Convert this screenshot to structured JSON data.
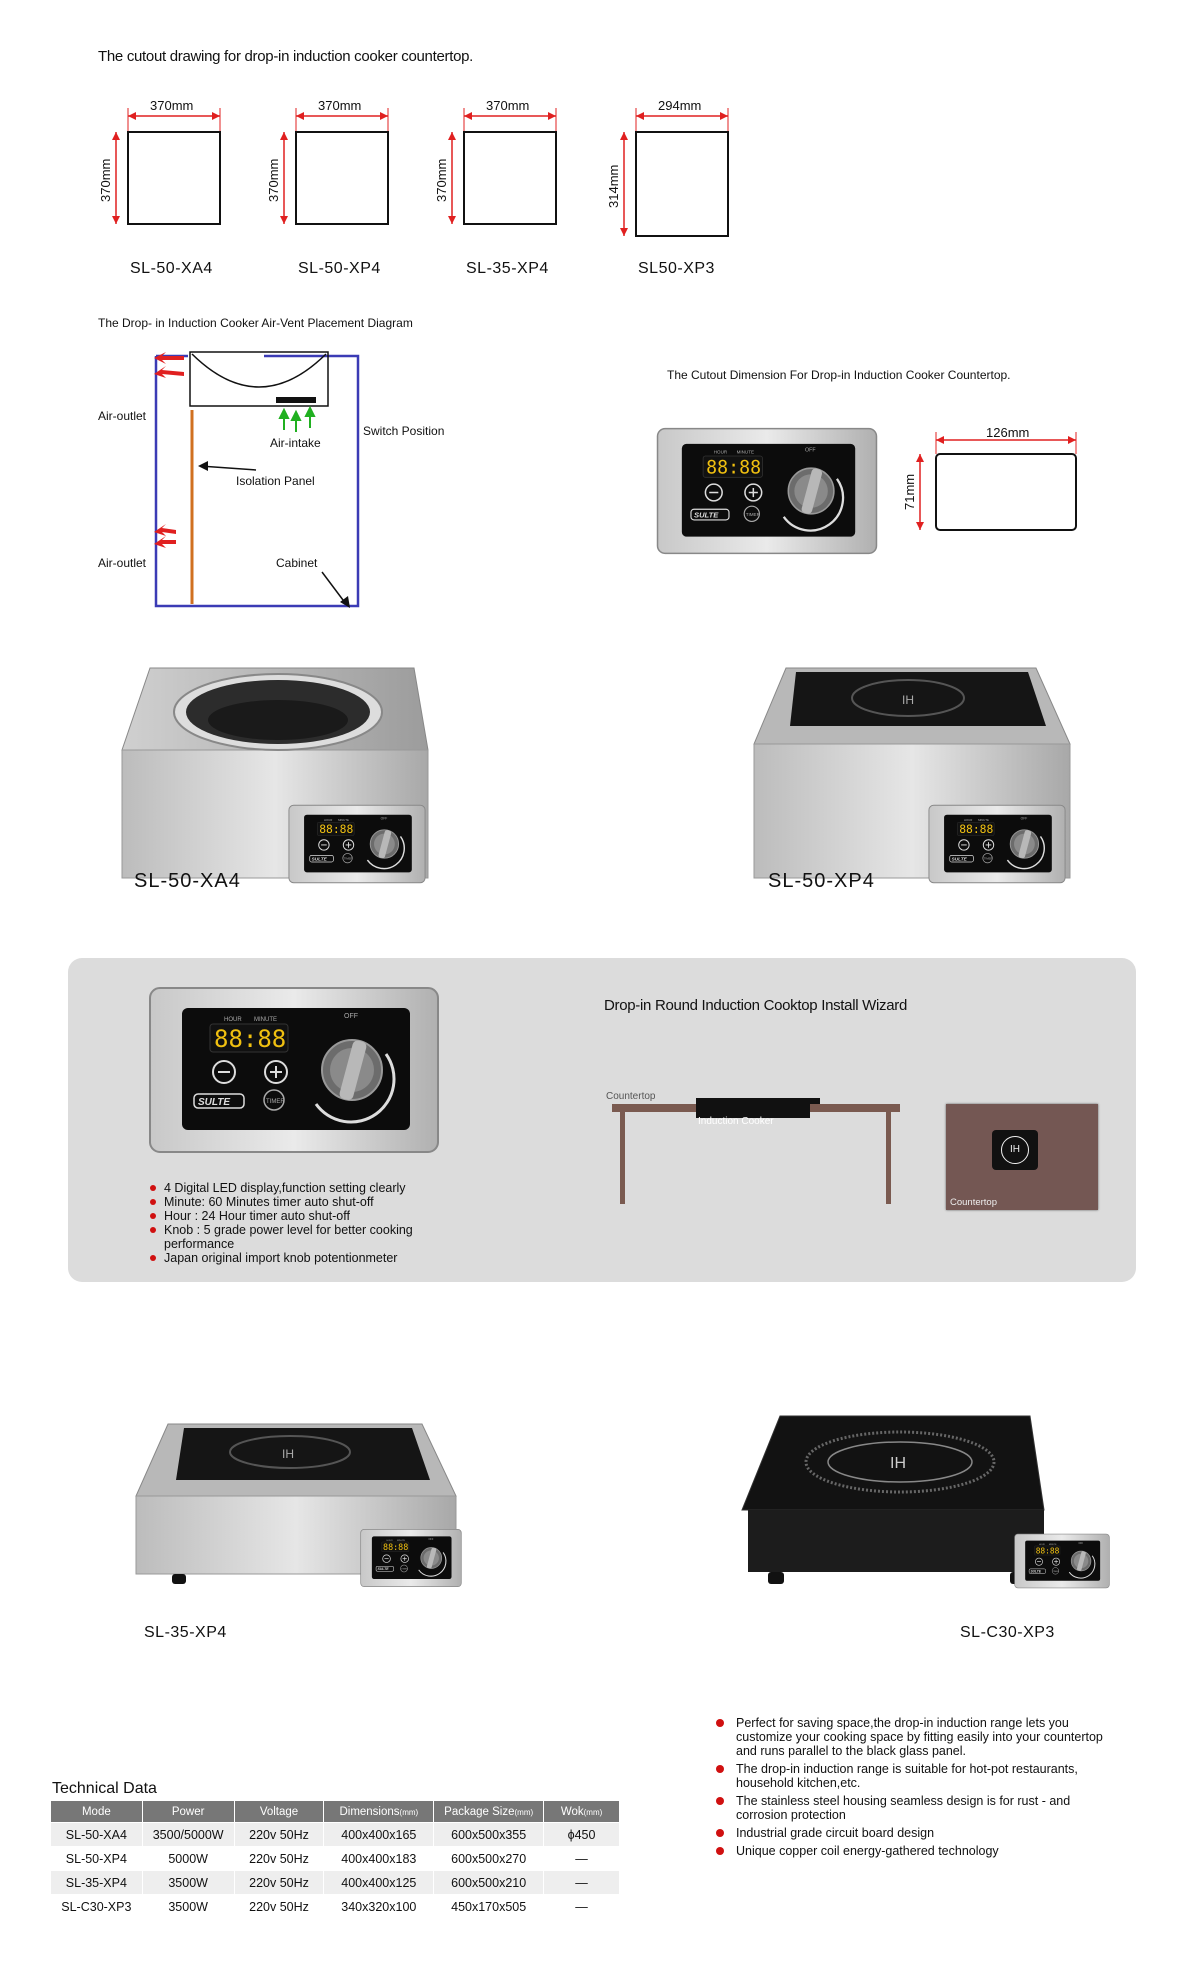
{
  "cutout": {
    "title": "The cutout drawing for drop-in induction cooker countertop.",
    "items": [
      {
        "w": "370mm",
        "h": "370mm",
        "model": "SL-50-XA4"
      },
      {
        "w": "370mm",
        "h": "370mm",
        "model": "SL-50-XP4"
      },
      {
        "w": "370mm",
        "h": "370mm",
        "model": "SL-35-XP4"
      },
      {
        "w": "294mm",
        "h": "314mm",
        "model": "SL50-XP3"
      }
    ]
  },
  "vent": {
    "title": "The Drop- in Induction Cooker Air-Vent Placement Diagram",
    "air_outlet_top": "Air-outlet",
    "air_intake": "Air-intake",
    "switch_position": "Switch Position",
    "isolation_panel": "Isolation Panel",
    "air_outlet_bottom": "Air-outlet",
    "cabinet": "Cabinet"
  },
  "panel_cutout": {
    "title": "The Cutout Dimension For Drop-in Induction Cooker Countertop.",
    "w": "126mm",
    "h": "71mm"
  },
  "control": {
    "display": "88:88",
    "brand": "SULTE",
    "off": "OFF",
    "timer": "TIMER",
    "hour": "HOUR",
    "minute": "MINUTE"
  },
  "products_top": [
    {
      "model": "SL-50-XA4"
    },
    {
      "model": "SL-50-XP4"
    }
  ],
  "wizard": {
    "title": "Drop-in Round Induction Cooktop Install Wizard",
    "countertop": "Countertop",
    "induction_cooker": "Induction Cooker",
    "countertop2": "Countertop",
    "ih": "IH",
    "features": [
      "4 Digital LED display,function setting clearly",
      "Minute: 60 Minutes timer auto shut-off",
      "Hour   : 24 Hour timer auto shut-off",
      "Knob : 5 grade power level for better cooking performance",
      "Japan original import knob potentionmeter"
    ]
  },
  "products_bottom": [
    {
      "model": "SL-35-XP4"
    },
    {
      "model": "SL-C30-XP3"
    }
  ],
  "benefits": [
    "Perfect for saving space,the drop-in induction range lets you customize your cooking space by fitting easily into your countertop and runs parallel to the black glass panel.",
    "The drop-in induction range is suitable for hot-pot restaurants, household kitchen,etc.",
    "The stainless steel housing seamless design is for rust - and corrosion protection",
    "Industrial grade circuit board design",
    "Unique copper coil energy-gathered technology"
  ],
  "tech": {
    "title": "Technical Data",
    "headers": [
      "Mode",
      "Power",
      "Voltage",
      "Dimensions",
      "Package Size",
      "Wok"
    ],
    "header_units": [
      "",
      "",
      "",
      "(mm)",
      "(mm)",
      "(mm)"
    ],
    "rows": [
      [
        "SL-50-XA4",
        "3500/5000W",
        "220v   50Hz",
        "400x400x165",
        "600x500x355",
        "ϕ450"
      ],
      [
        "SL-50-XP4",
        "5000W",
        "220v   50Hz",
        "400x400x183",
        "600x500x270",
        "—"
      ],
      [
        "SL-35-XP4",
        "3500W",
        "220v   50Hz",
        "400x400x125",
        "600x500x210",
        "—"
      ],
      [
        "SL-C30-XP3",
        "3500W",
        "220v   50Hz",
        "340x320x100",
        "450x170x505",
        "—"
      ]
    ]
  }
}
